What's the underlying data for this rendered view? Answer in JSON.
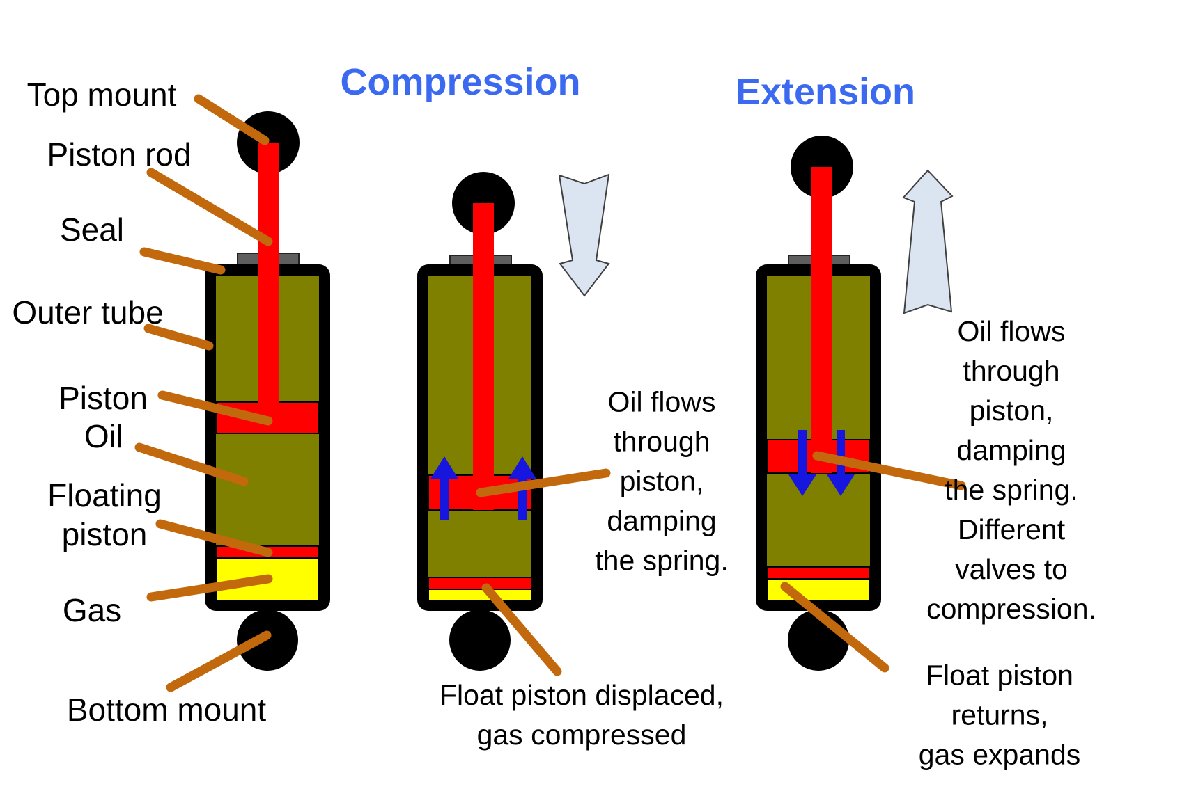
{
  "titles": {
    "compression": "Compression",
    "extension": "Extension"
  },
  "labels": {
    "top_mount": "Top mount",
    "piston_rod": "Piston rod",
    "seal": "Seal",
    "outer_tube": "Outer tube",
    "piston": "Piston",
    "oil": "Oil",
    "floating_piston": "Floating\npiston",
    "gas": "Gas",
    "bottom_mount": "Bottom mount"
  },
  "annotations": {
    "compression_oil_flow": "Oil flows\nthrough\npiston,\ndamping\nthe spring.",
    "compression_float": "Float piston displaced,\ngas compressed",
    "extension_oil_flow": "Oil flows through\npiston, damping\nthe spring.\nDifferent\nvalves to\ncompression.",
    "extension_float": "Float piston returns,\ngas expands"
  },
  "colors": {
    "red": "#FF0000",
    "oil_olive": "#7F7F00",
    "gas_yellow": "#FFFF00",
    "seal_gray": "#5E5E5E",
    "black": "#000000",
    "leader_orange": "#C2690E",
    "flow_arrow_blue": "#1616DF",
    "motion_arrow_fill": "#DBE5F1",
    "motion_arrow_stroke": "#404040",
    "title_blue": "#3B6AF0",
    "text_black": "#000000"
  }
}
